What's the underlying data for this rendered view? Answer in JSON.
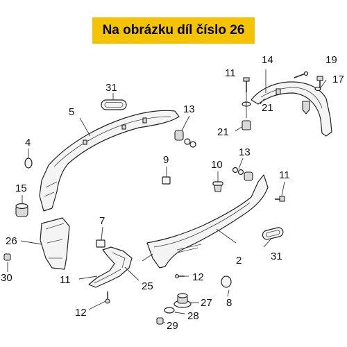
{
  "banner": {
    "text": "Na obrázku díl číslo 26"
  },
  "callouts": {
    "c1": "31",
    "c2": "5",
    "c3": "4",
    "c4": "15",
    "c5": "26",
    "c6": "30",
    "c7": "13",
    "c8": "9",
    "c9": "21",
    "c10": "11",
    "c11": "14",
    "c12": "19",
    "c13": "17",
    "c14": "21",
    "c15": "10",
    "c16": "13",
    "c17": "11",
    "c18": "7",
    "c19": "2",
    "c20": "31",
    "c21": "11",
    "c22": "25",
    "c23": "12",
    "c24": "12",
    "c25": "8",
    "c26": "27",
    "c27": "28",
    "c28": "29"
  }
}
